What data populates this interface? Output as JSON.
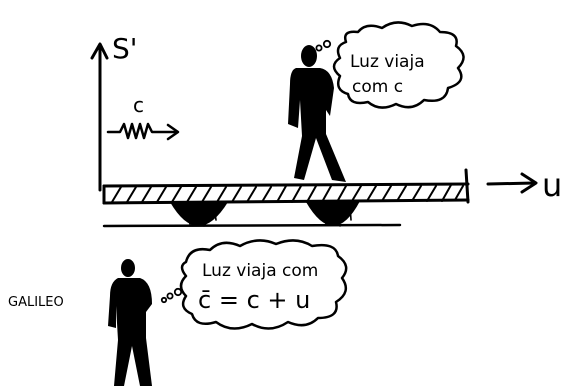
{
  "frame_label": "S'",
  "light_label": "c",
  "velocity_label": "u",
  "observer_label": "GALILEO",
  "thought_top": {
    "line1": "Luz viaja",
    "line2": "com c"
  },
  "thought_bottom": {
    "line1": "Luz viaja com",
    "line2": "c̄ = c + u"
  }
}
